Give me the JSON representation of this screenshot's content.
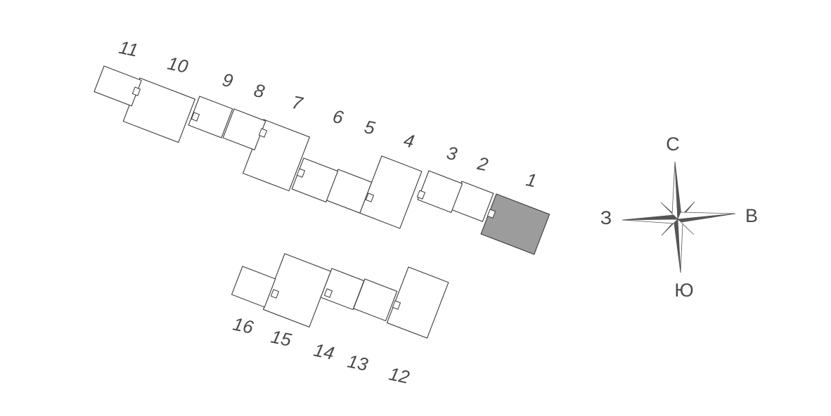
{
  "sections": [
    {
      "id": "1",
      "label": "1",
      "selected": true
    },
    {
      "id": "2",
      "label": "2",
      "selected": false
    },
    {
      "id": "3",
      "label": "3",
      "selected": false
    },
    {
      "id": "4",
      "label": "4",
      "selected": false
    },
    {
      "id": "5",
      "label": "5",
      "selected": false
    },
    {
      "id": "6",
      "label": "6",
      "selected": false
    },
    {
      "id": "7",
      "label": "7",
      "selected": false
    },
    {
      "id": "8",
      "label": "8",
      "selected": false
    },
    {
      "id": "9",
      "label": "9",
      "selected": false
    },
    {
      "id": "10",
      "label": "10",
      "selected": false
    },
    {
      "id": "11",
      "label": "11",
      "selected": false
    },
    {
      "id": "12",
      "label": "12",
      "selected": false
    },
    {
      "id": "13",
      "label": "13",
      "selected": false
    },
    {
      "id": "14",
      "label": "14",
      "selected": false
    },
    {
      "id": "15",
      "label": "15",
      "selected": false
    },
    {
      "id": "16",
      "label": "16",
      "selected": false
    }
  ],
  "compass": {
    "north": "С",
    "south": "Ю",
    "east": "В",
    "west": "З"
  },
  "colors": {
    "selected_fill": "#9c9c9c",
    "stroke": "#3a3a3a",
    "label": "#4a4a4a"
  }
}
